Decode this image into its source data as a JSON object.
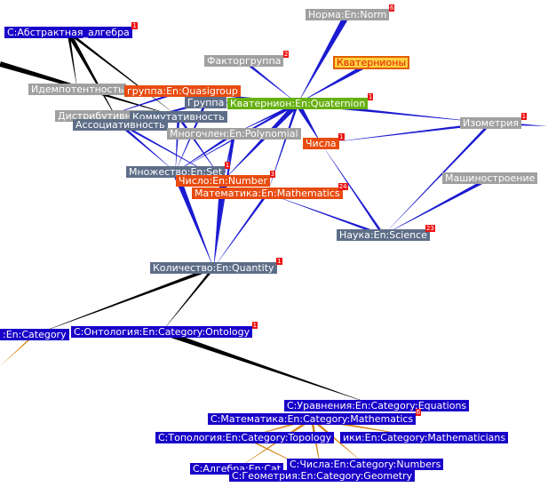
{
  "colors": {
    "gray": "#a0a0a0",
    "slate": "#5e6e88",
    "blue": "#1800c8",
    "orange": "#e84c10",
    "green": "#66b010",
    "yellow": "#ffd040",
    "badge": "#ee1010",
    "edge_blue": "#1a1ad0",
    "edge_black": "#000000",
    "edge_orange": "#d88a20"
  },
  "nodes": [
    {
      "id": "abstr",
      "label": "С:Абстрактная_алгебра",
      "style": "blue",
      "badge": "1"
    },
    {
      "id": "norm",
      "label": "Норма:En:Norm",
      "style": "gray",
      "badge": "6"
    },
    {
      "id": "faktor",
      "label": "Факторгруппа",
      "style": "gray",
      "badge": "2"
    },
    {
      "id": "kvat",
      "label": "Кватернионы",
      "style": "yellow",
      "badge": ""
    },
    {
      "id": "idem",
      "label": "Идемпотентность",
      "style": "gray",
      "badge": ""
    },
    {
      "id": "quasi",
      "label": "группа:En:Quasigroup",
      "style": "orange",
      "badge": ""
    },
    {
      "id": "gruppa",
      "label": "Группа",
      "style": "slate",
      "badge": ""
    },
    {
      "id": "quat",
      "label": "Кватернион:En:Quaternion",
      "style": "green",
      "badge": "1"
    },
    {
      "id": "distr",
      "label": "Дистрибутивность",
      "style": "gray",
      "badge": ""
    },
    {
      "id": "kommut",
      "label": "Коммутативность",
      "style": "slate",
      "badge": ""
    },
    {
      "id": "assoc",
      "label": "Ассоциативность",
      "style": "slate",
      "badge": ""
    },
    {
      "id": "izom",
      "label": "Изометрия",
      "style": "gray",
      "badge": "1"
    },
    {
      "id": "mnogochlen",
      "label": "Многочлен:En:Polynomial",
      "style": "gray",
      "badge": ""
    },
    {
      "id": "chisla",
      "label": "Числа",
      "style": "orange",
      "badge": "1"
    },
    {
      "id": "mnozh",
      "label": "Множество:En:Set",
      "style": "slate",
      "badge": "1"
    },
    {
      "id": "number",
      "label": "Число:En:Number",
      "style": "orange",
      "badge": "3"
    },
    {
      "id": "mashino",
      "label": "Машиностроение",
      "style": "gray",
      "badge": ""
    },
    {
      "id": "math",
      "label": "Математика:En:Mathematics",
      "style": "orange",
      "badge": "24"
    },
    {
      "id": "nauka",
      "label": "Наука:En:Science",
      "style": "slate",
      "badge": "23"
    },
    {
      "id": "kolich",
      "label": "Количество:En:Quantity",
      "style": "slate",
      "badge": "1"
    },
    {
      "id": "catcat",
      "label": ":En:Category",
      "style": "blue",
      "badge": ""
    },
    {
      "id": "ontol",
      "label": "С:Онтология:En:Category:Ontology",
      "style": "blue",
      "badge": "1"
    },
    {
      "id": "eqn",
      "label": "С:Уравнения:En:Category:Equations",
      "style": "blue",
      "badge": ""
    },
    {
      "id": "catmath",
      "label": "С:Математика:En:Category:Mathematics",
      "style": "blue",
      "badge": "6"
    },
    {
      "id": "topol",
      "label": "С:Топология:En:Category:Topology",
      "style": "blue",
      "badge": ""
    },
    {
      "id": "mathem",
      "label": "ики:En:Category:Mathematicians",
      "style": "blue",
      "badge": ""
    },
    {
      "id": "algebra",
      "label": "С:Алгебра:En:Cat",
      "style": "blue",
      "badge": ""
    },
    {
      "id": "chislacat",
      "label": "С:Числа:En:Category:Numbers",
      "style": "blue",
      "badge": ""
    },
    {
      "id": "geom",
      "label": "С:Геометрия:En:Category:Geometry",
      "style": "blue",
      "badge": ""
    }
  ],
  "edges": [
    {
      "from": "norm",
      "to": "quat",
      "color": "edge_blue",
      "weight": 7
    },
    {
      "from": "kvat",
      "to": "quat",
      "color": "edge_blue",
      "weight": 5
    },
    {
      "from": "faktor",
      "to": "quat",
      "color": "edge_blue",
      "weight": 3
    },
    {
      "from": "quat",
      "to": "chisla",
      "color": "edge_blue",
      "weight": 6
    },
    {
      "from": "quat",
      "to": "number",
      "color": "edge_blue",
      "weight": 6
    },
    {
      "from": "quat",
      "to": "math",
      "color": "edge_blue",
      "weight": 3
    },
    {
      "from": "quat",
      "to": "izom",
      "color": "edge_blue",
      "weight": 4
    },
    {
      "from": "quat",
      "to": "gruppa",
      "color": "edge_blue",
      "weight": 3
    },
    {
      "from": "quat",
      "to": "mnozh",
      "color": "edge_blue",
      "weight": 3
    },
    {
      "from": "quat",
      "to": "mnogochlen",
      "color": "edge_blue",
      "weight": 3
    },
    {
      "from": "quat",
      "to": "quasi",
      "color": "edge_blue",
      "weight": 3
    },
    {
      "from": "izom",
      "to": "edge-right",
      "color": "edge_blue",
      "weight": 4
    },
    {
      "from": "izom",
      "to": "chisla",
      "color": "edge_blue",
      "weight": 3
    },
    {
      "from": "abstr",
      "to": "assoc",
      "color": "edge_black",
      "weight": 5
    },
    {
      "from": "abstr",
      "to": "kommut",
      "color": "edge_black",
      "weight": 3
    },
    {
      "from": "abstr",
      "to": "idem",
      "color": "edge_black",
      "weight": 3
    },
    {
      "from": "edge-left",
      "to": "kommut",
      "color": "edge_black",
      "weight": 6
    },
    {
      "from": "quasi",
      "to": "distr",
      "color": "edge_blue",
      "weight": 3
    },
    {
      "from": "gruppa",
      "to": "assoc",
      "color": "edge_blue",
      "weight": 3
    },
    {
      "from": "gruppa",
      "to": "mnozh",
      "color": "edge_blue",
      "weight": 3
    },
    {
      "from": "kommut",
      "to": "mnozh",
      "color": "edge_blue",
      "weight": 3
    },
    {
      "from": "kommut",
      "to": "number",
      "color": "edge_blue",
      "weight": 3
    },
    {
      "from": "assoc",
      "to": "mnozh",
      "color": "edge_blue",
      "weight": 3
    },
    {
      "from": "distr",
      "to": "number",
      "color": "edge_blue",
      "weight": 3
    },
    {
      "from": "mnogochlen",
      "to": "mnozh",
      "color": "edge_blue",
      "weight": 3
    },
    {
      "from": "mnogochlen",
      "to": "number",
      "color": "edge_blue",
      "weight": 3
    },
    {
      "from": "mnozh",
      "to": "kolich",
      "color": "edge_blue",
      "weight": 7
    },
    {
      "from": "number",
      "to": "kolich",
      "color": "edge_blue",
      "weight": 7
    },
    {
      "from": "math",
      "to": "kolich",
      "color": "edge_blue",
      "weight": 3
    },
    {
      "from": "mnogochlen",
      "to": "kolich",
      "color": "edge_blue",
      "weight": 3
    },
    {
      "from": "mashino",
      "to": "nauka",
      "color": "edge_blue",
      "weight": 4
    },
    {
      "from": "izom",
      "to": "nauka",
      "color": "edge_blue",
      "weight": 3
    },
    {
      "from": "nauka",
      "to": "math",
      "color": "edge_blue",
      "weight": 3
    },
    {
      "from": "nauka",
      "to": "chisla",
      "color": "edge_blue",
      "weight": 3
    },
    {
      "from": "kolich",
      "to": "catcat",
      "color": "edge_black",
      "weight": 4
    },
    {
      "from": "kolich",
      "to": "ontol",
      "color": "edge_black",
      "weight": 3
    },
    {
      "from": "ontol",
      "to": "eqn",
      "color": "edge_black",
      "weight": 6
    },
    {
      "from": "catcat",
      "to": "edge-bottom-left",
      "color": "edge_orange",
      "weight": 2
    },
    {
      "from": "catmath",
      "to": "topol",
      "color": "edge_orange",
      "weight": 3
    },
    {
      "from": "catmath",
      "to": "mathem",
      "color": "edge_orange",
      "weight": 3
    },
    {
      "from": "catmath",
      "to": "algebra",
      "color": "edge_orange",
      "weight": 3
    },
    {
      "from": "catmath",
      "to": "chislacat",
      "color": "edge_orange",
      "weight": 3
    },
    {
      "from": "catmath",
      "to": "geom",
      "color": "edge_orange",
      "weight": 3
    },
    {
      "from": "topol",
      "to": "geom",
      "color": "edge_orange",
      "weight": 2
    }
  ]
}
